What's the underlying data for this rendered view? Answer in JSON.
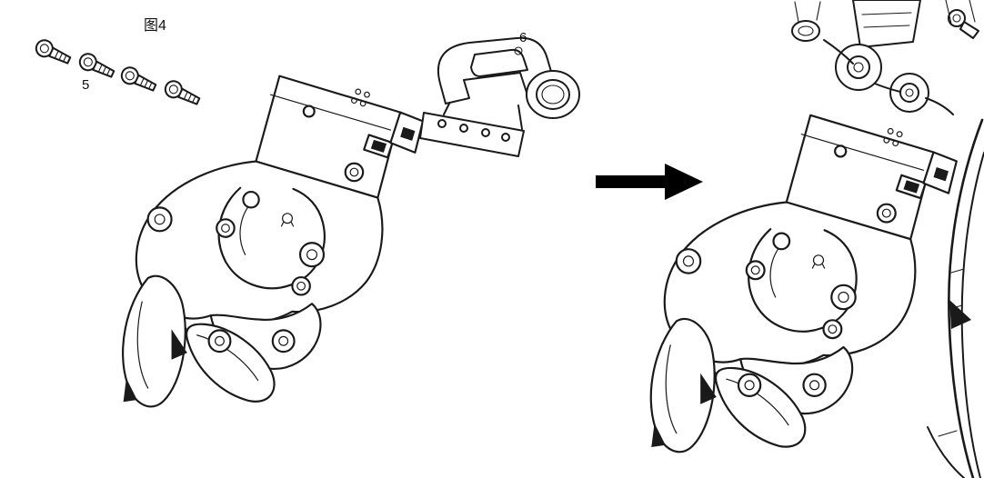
{
  "figure": {
    "caption": "图4",
    "labels": {
      "screws": "5",
      "bracket": "6"
    }
  },
  "drawing": {
    "screw_count": 4,
    "icons": {
      "screws": "screw-icon",
      "gripper": "robot-gripper-drawing",
      "bracket": "mounting-bracket-drawing",
      "arrow": "assembly-arrow-icon",
      "assembled": "assembled-gripper-on-arm-drawing",
      "arm": "robot-arm-drawing"
    }
  },
  "colors": {
    "line": "#1a1a1a",
    "fill": "#ffffff",
    "arrow": "#000000",
    "background": "#ffffff"
  }
}
